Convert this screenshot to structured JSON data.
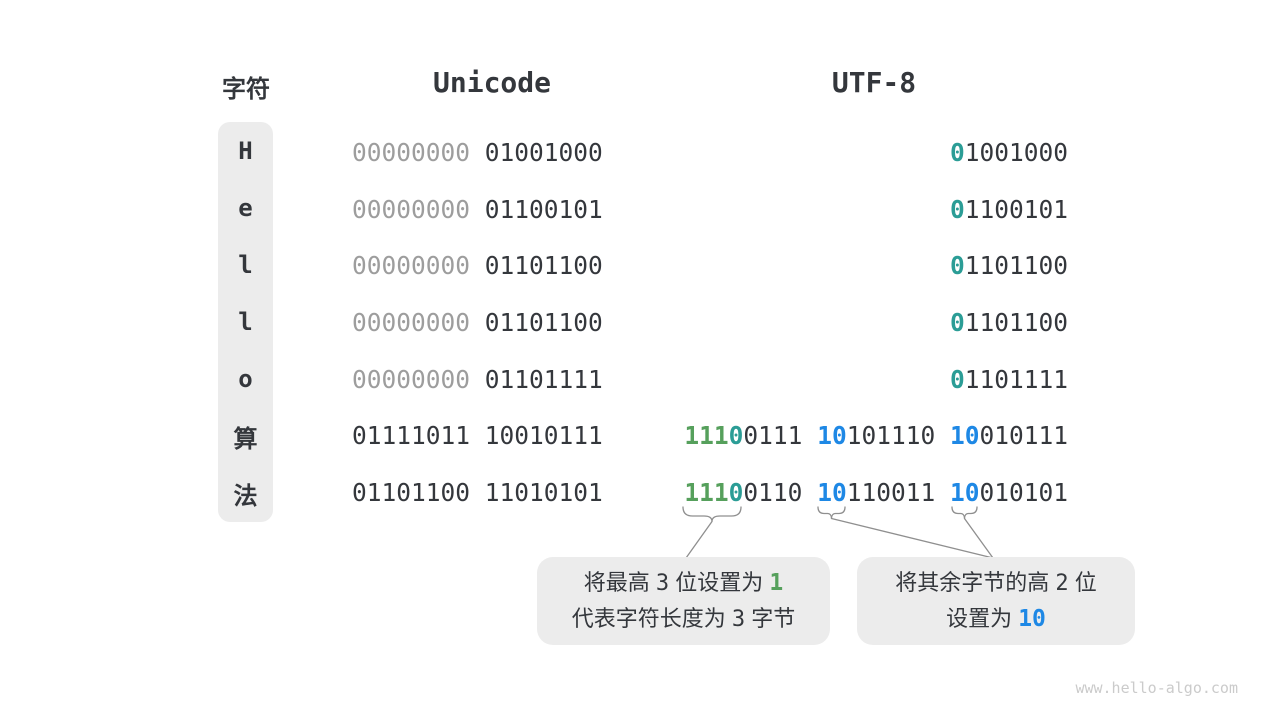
{
  "headers": {
    "char": "字符",
    "unicode": "Unicode",
    "utf8": "UTF-8"
  },
  "palette": {
    "dark": "#34373c",
    "gray": "#9d9d9d",
    "panel": "#ececec",
    "green": "#56a05c",
    "teal": "#2b9d96",
    "blue": "#1e88e5",
    "line": "#8f8f8f",
    "watermark": "#cbcbcb"
  },
  "rows": [
    {
      "char": "H",
      "unicode": [
        [
          "00000000",
          "gray"
        ],
        [
          " 01001000",
          "dark"
        ]
      ],
      "utf8": [
        [
          "0",
          "teal"
        ],
        [
          "1001000",
          "dark"
        ]
      ]
    },
    {
      "char": "e",
      "unicode": [
        [
          "00000000",
          "gray"
        ],
        [
          " 01100101",
          "dark"
        ]
      ],
      "utf8": [
        [
          "0",
          "teal"
        ],
        [
          "1100101",
          "dark"
        ]
      ]
    },
    {
      "char": "l",
      "unicode": [
        [
          "00000000",
          "gray"
        ],
        [
          " 01101100",
          "dark"
        ]
      ],
      "utf8": [
        [
          "0",
          "teal"
        ],
        [
          "1101100",
          "dark"
        ]
      ]
    },
    {
      "char": "l",
      "unicode": [
        [
          "00000000",
          "gray"
        ],
        [
          " 01101100",
          "dark"
        ]
      ],
      "utf8": [
        [
          "0",
          "teal"
        ],
        [
          "1101100",
          "dark"
        ]
      ]
    },
    {
      "char": "o",
      "unicode": [
        [
          "00000000",
          "gray"
        ],
        [
          " 01101111",
          "dark"
        ]
      ],
      "utf8": [
        [
          "0",
          "teal"
        ],
        [
          "1101111",
          "dark"
        ]
      ]
    },
    {
      "char": "算",
      "unicode": [
        [
          "01111011 10010111",
          "dark"
        ]
      ],
      "utf8": [
        [
          "111",
          "green"
        ],
        [
          "0",
          "teal"
        ],
        [
          "0111 ",
          "dark"
        ],
        [
          "10",
          "blue"
        ],
        [
          "101110 ",
          "dark"
        ],
        [
          "10",
          "blue"
        ],
        [
          "010111",
          "dark"
        ]
      ]
    },
    {
      "char": "法",
      "unicode": [
        [
          "01101100 11010101",
          "dark"
        ]
      ],
      "utf8": [
        [
          "111",
          "green"
        ],
        [
          "0",
          "teal"
        ],
        [
          "0110 ",
          "dark"
        ],
        [
          "10",
          "blue"
        ],
        [
          "110011 ",
          "dark"
        ],
        [
          "10",
          "blue"
        ],
        [
          "010101",
          "dark"
        ]
      ]
    }
  ],
  "callouts": {
    "left": {
      "lines": [
        [
          [
            "将最高 ",
            "text"
          ],
          [
            "3",
            "num"
          ],
          [
            " 位设置为 ",
            "text"
          ],
          [
            "1",
            "green"
          ]
        ],
        [
          [
            "代表字符长度为 ",
            "text"
          ],
          [
            "3",
            "num"
          ],
          [
            " 字节",
            "text"
          ]
        ]
      ]
    },
    "right": {
      "lines": [
        [
          [
            "将其余字节的高 ",
            "text"
          ],
          [
            "2",
            "num"
          ],
          [
            " 位",
            "text"
          ]
        ],
        [
          [
            "设置为 ",
            "text"
          ],
          [
            "10",
            "blue"
          ]
        ]
      ]
    }
  },
  "watermark": "www.hello-algo.com"
}
